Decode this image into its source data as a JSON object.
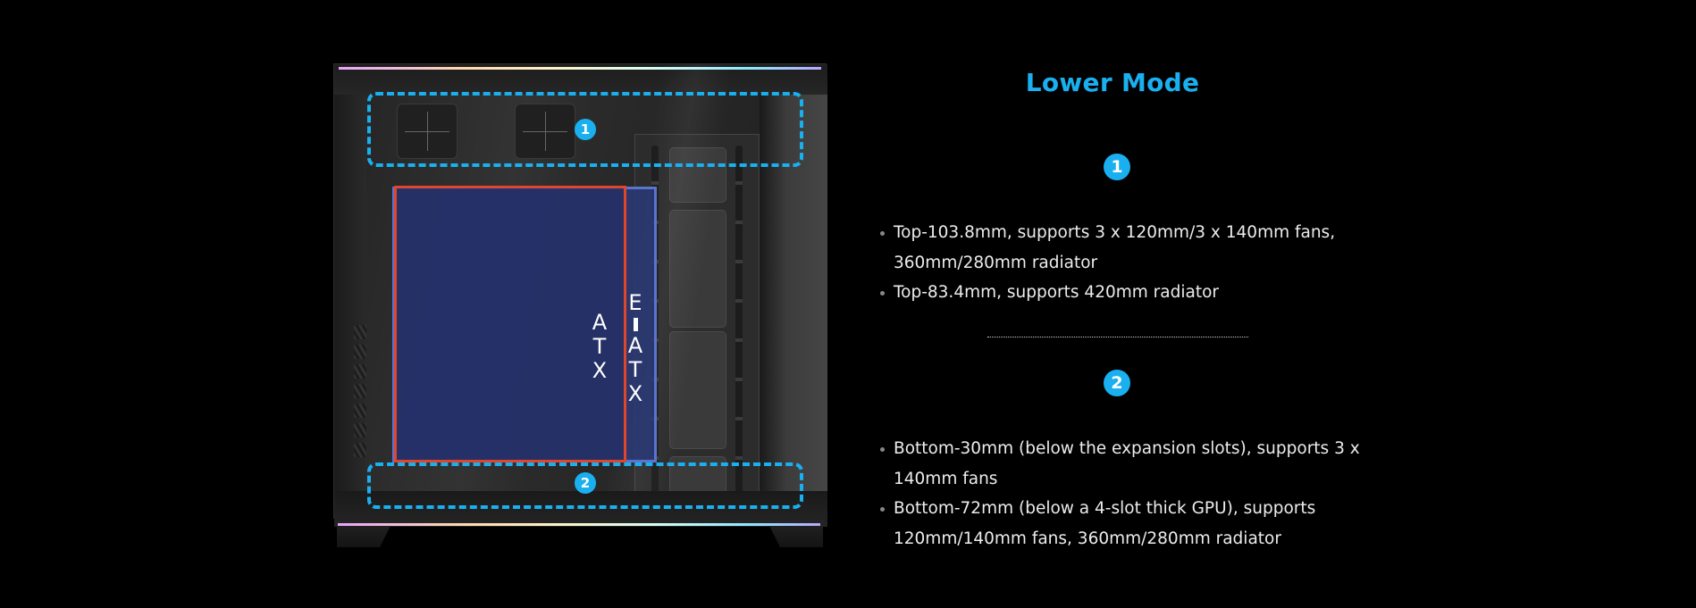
{
  "illustration": {
    "zones": [
      {
        "id": "top",
        "marker": "1"
      },
      {
        "id": "bottom",
        "marker": "2"
      }
    ],
    "motherboard_labels": {
      "atx": [
        "A",
        "T",
        "X"
      ],
      "eatx_prefix": "E",
      "eatx_rest": [
        "A",
        "T",
        "X"
      ]
    },
    "colors": {
      "zone_outline": "#1ab0f0",
      "atx_outline": "#e0452e",
      "eatx_outline": "#5b74cf"
    }
  },
  "info": {
    "title": "Lower Mode",
    "accent_color": "#1ab0f0",
    "sections": [
      {
        "badge": "1",
        "items": [
          "Top-103.8mm, supports 3 x 120mm/3 x 140mm fans, 360mm/280mm radiator",
          "Top-83.4mm, supports 420mm radiator"
        ]
      },
      {
        "badge": "2",
        "items": [
          "Bottom-30mm (below the expansion slots), supports 3 x 140mm fans",
          "Bottom-72mm (below a 4-slot thick GPU), supports 120mm/140mm fans, 360mm/280mm radiator"
        ]
      }
    ]
  }
}
